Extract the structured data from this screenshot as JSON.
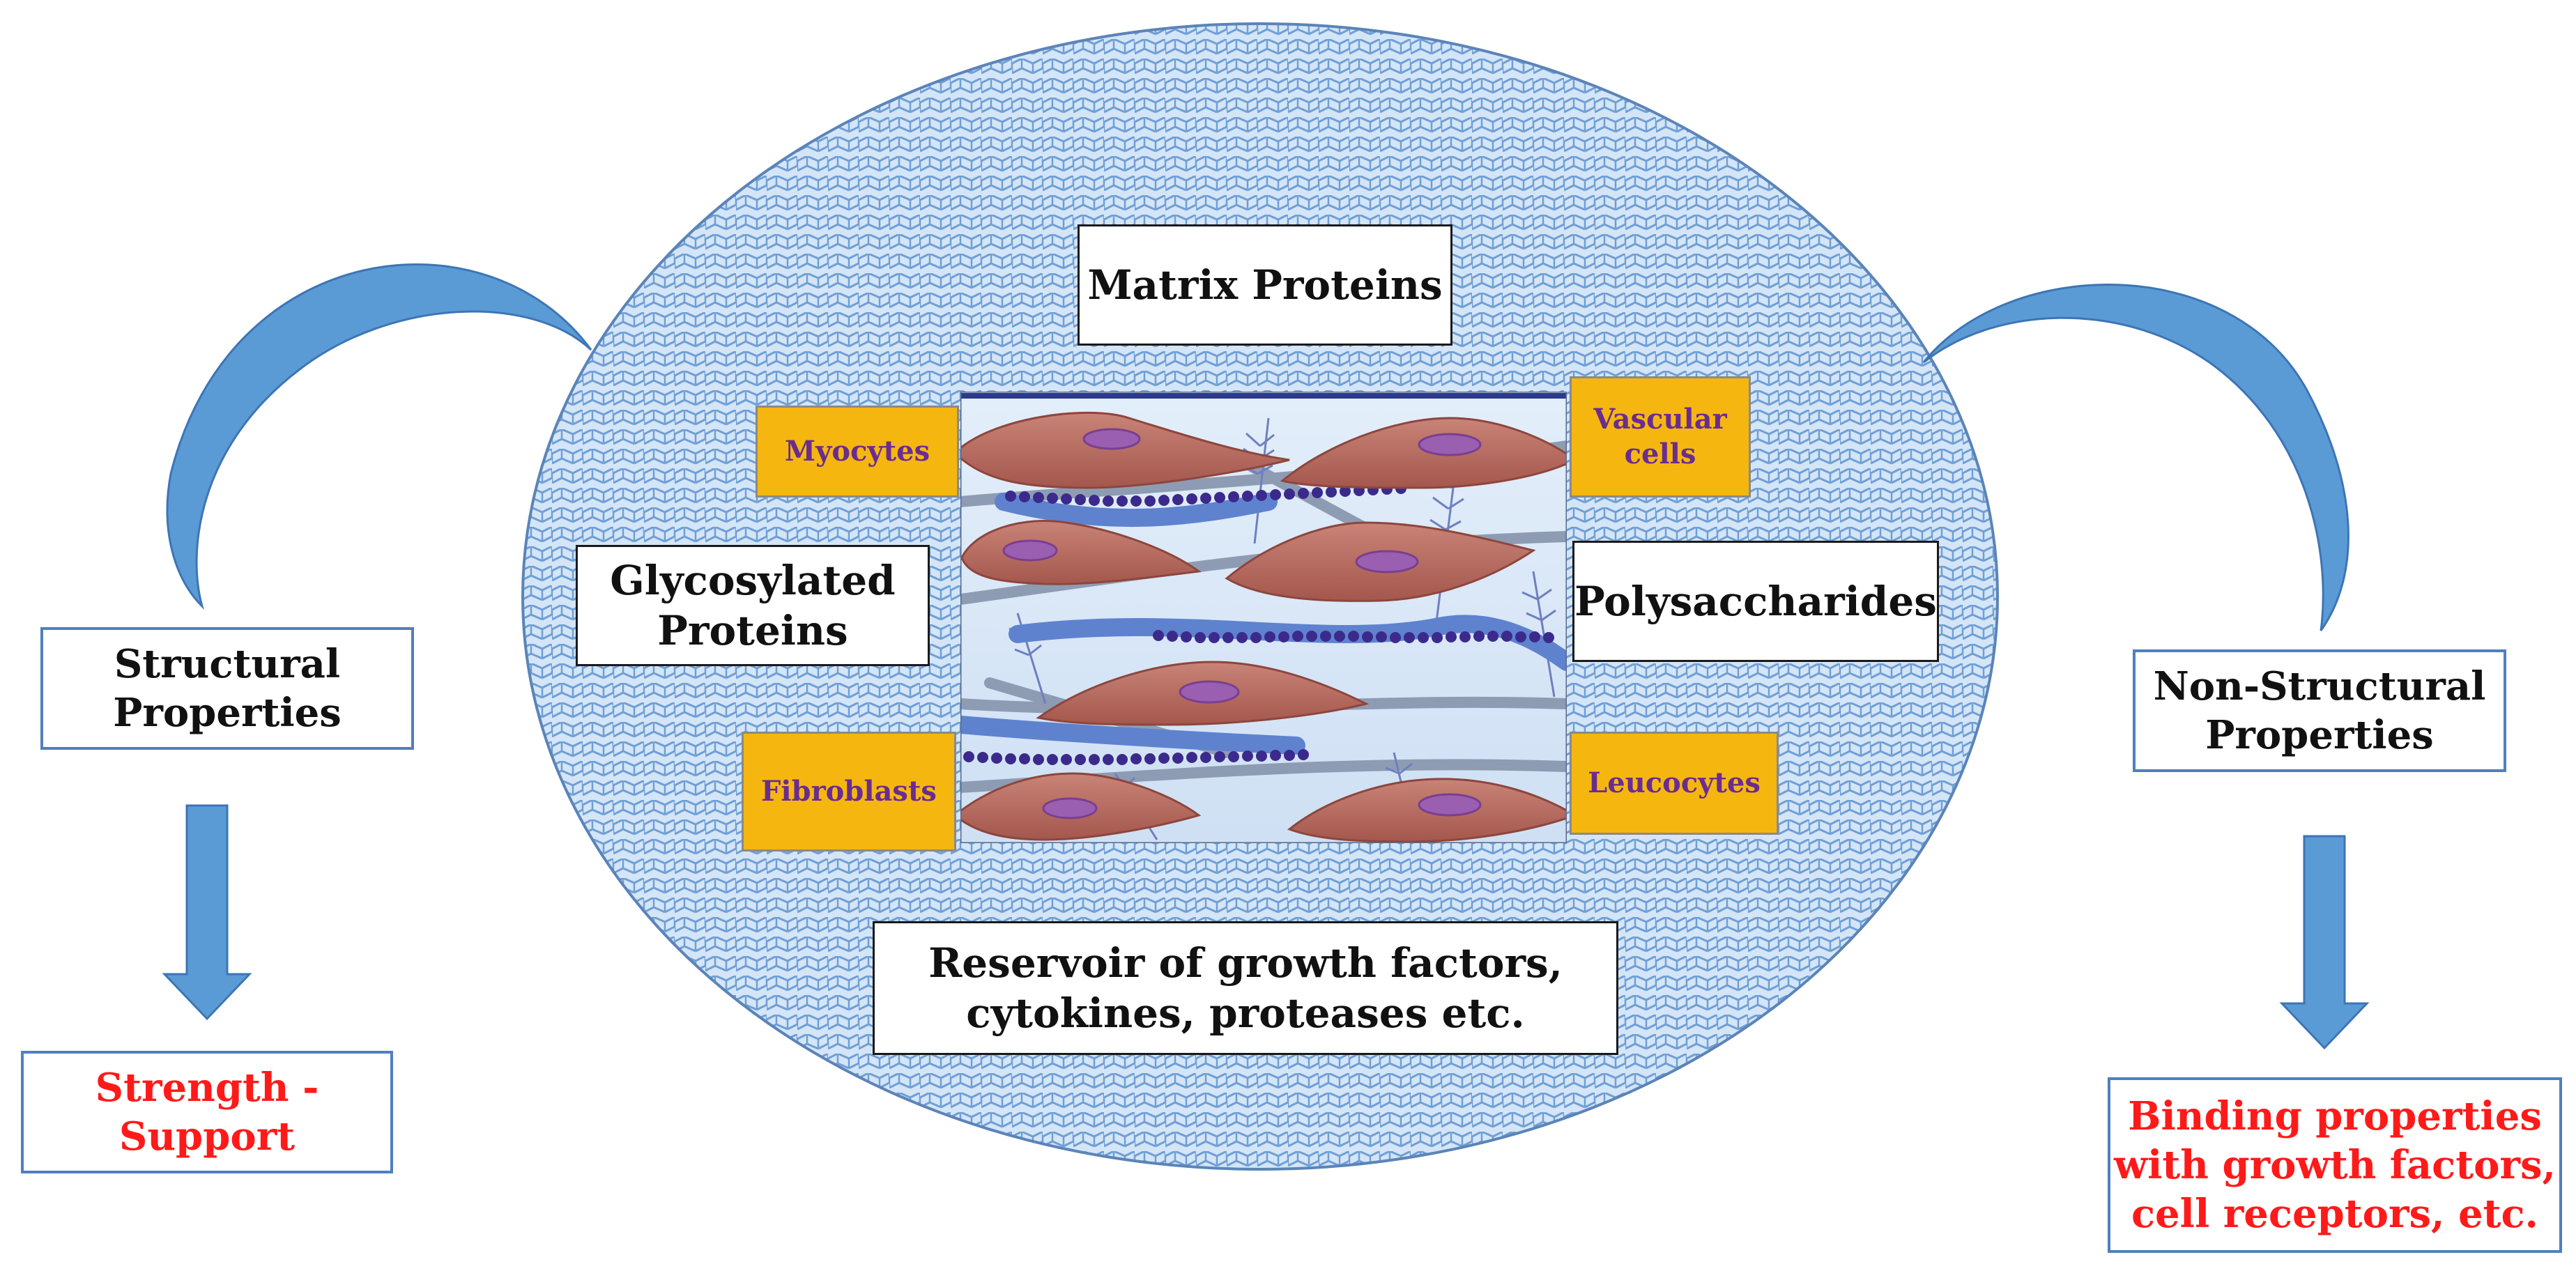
{
  "center": {
    "matrix_proteins": "Matrix Proteins",
    "glycosylated_proteins": [
      "Glycosylated",
      "Proteins"
    ],
    "polysaccharides": "Polysaccharides",
    "reservoir": [
      "Reservoir of growth factors,",
      "cytokines, proteases etc."
    ]
  },
  "cells": {
    "myocytes": "Myocytes",
    "vascular_cells": [
      "Vascular",
      "cells"
    ],
    "fibroblasts": "Fibroblasts",
    "leucocytes": "Leucocytes"
  },
  "left": {
    "properties": [
      "Structural",
      "Properties"
    ],
    "result": [
      "Strength -",
      "Support"
    ]
  },
  "right": {
    "properties": [
      "Non-Structural",
      "Properties"
    ],
    "result": [
      "Binding properties",
      "with growth factors,",
      "cell receptors, etc."
    ]
  },
  "icons": {
    "left_arc": "curved-arrow-icon",
    "right_arc": "curved-arrow-icon",
    "left_down": "down-arrow-icon",
    "right_down": "down-arrow-icon"
  },
  "colors": {
    "ellipse_fill": "#d2e4f6",
    "ellipse_pattern": "#7aa7d9",
    "arrow_blue": "#5b9bd5",
    "cell_box": "#f5b70f",
    "cell_text": "#6a2c91",
    "red_text": "#ff1a1a",
    "cell_body": "#b5655a",
    "nucleus": "#9a5fb0"
  }
}
